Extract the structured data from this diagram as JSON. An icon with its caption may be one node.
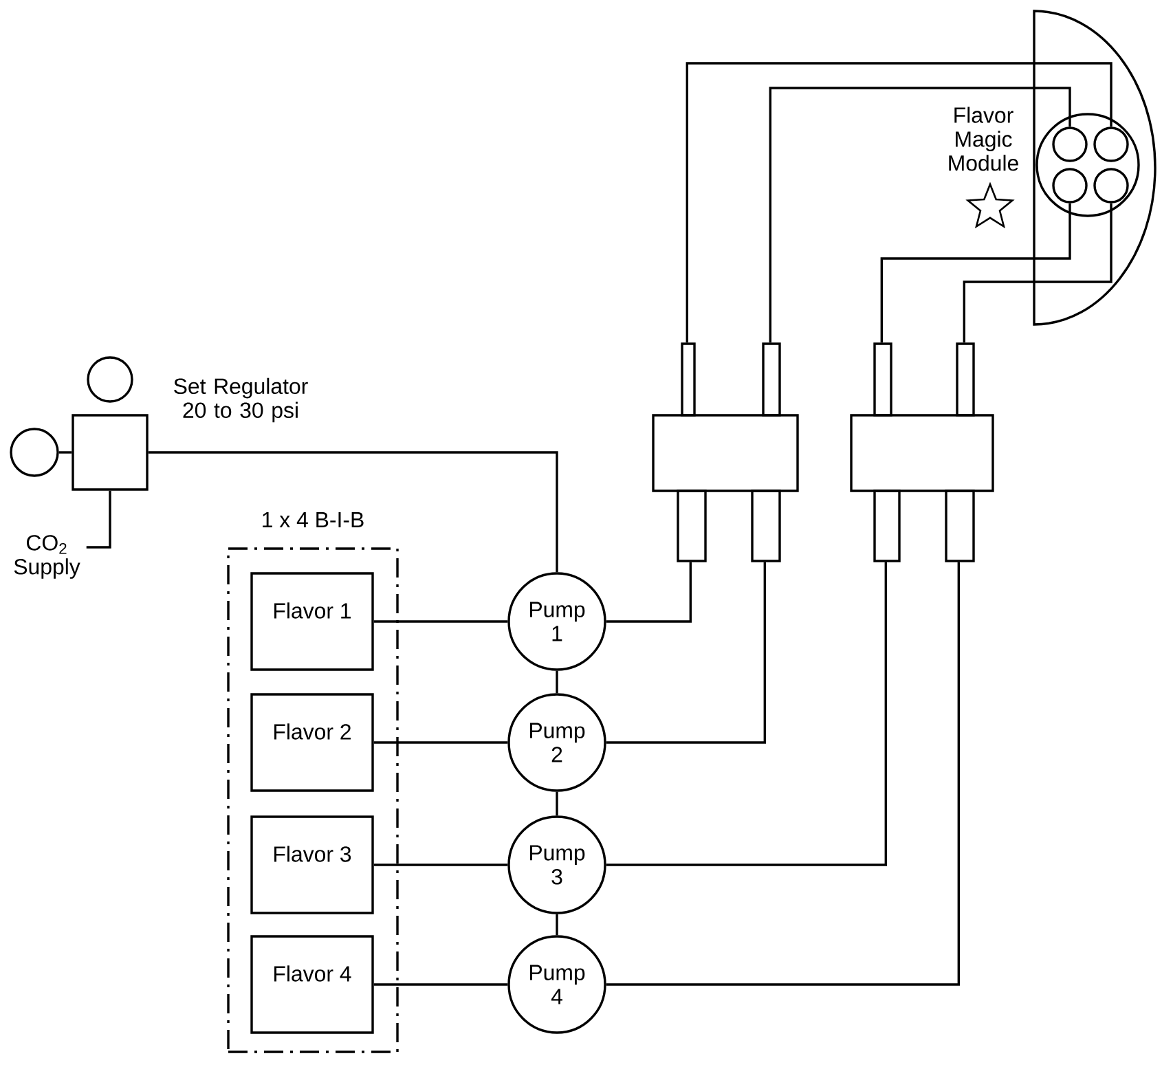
{
  "diagram": {
    "nodes": [
      {
        "text": [
          "Flavor Magic Module"
        ]
      },
      {
        "text": [],
        "shape": "circle",
        "in": 0
      },
      {
        "text": [],
        "shape": "circle",
        "in": 1
      },
      {
        "text": [],
        "shape": "circle",
        "in": 1
      },
      {
        "text": [],
        "shape": "circle",
        "in": 1
      },
      {
        "text": [],
        "shape": "circle",
        "in": 1
      },
      {
        "text": [],
        "shape": "circle"
      },
      {
        "text": [],
        "shape": "circle"
      },
      {
        "text": [],
        "shape": "box",
        "beside": [
          "Set Regulator 20 to 30 psi"
        ]
      },
      {
        "text": [
          "CO$_{2}$ Supply"
        ]
      },
      {
        "text": [],
        "shape": "box"
      },
      {
        "text": [],
        "shape": "box"
      },
      {
        "text": [
          "1 x 4 B-I-B"
        ]
      },
      {
        "text": [
          "Flavor 1"
        ],
        "in": 12
      },
      {
        "text": [
          "Flavor 2"
        ],
        "in": 12
      },
      {
        "text": [
          "Flavor 3"
        ],
        "in": 12
      },
      {
        "text": [
          "Flavor 4"
        ],
        "in": 12
      },
      {
        "text": [
          "Pump 1"
        ]
      },
      {
        "text": [
          "Pump 2"
        ]
      },
      {
        "text": [
          "Pump 3"
        ]
      },
      {
        "text": [
          "Pump 4"
        ]
      }
    ],
    "edges": [
      {
        "from": 7,
        "to": 8,
        "arrow": "none"
      },
      {
        "from": 9,
        "to": 8,
        "arrow": "none"
      },
      {
        "from": 8,
        "to": 17,
        "arrow": "none"
      },
      {
        "from": 13,
        "to": 17,
        "arrow": "none"
      },
      {
        "from": 14,
        "to": 18,
        "arrow": "none"
      },
      {
        "from": 15,
        "to": 19,
        "arrow": "none"
      },
      {
        "from": 16,
        "to": 20,
        "arrow": "none"
      },
      {
        "from": 17,
        "to": 18,
        "arrow": "none"
      },
      {
        "from": 18,
        "to": 19,
        "arrow": "none"
      },
      {
        "from": 19,
        "to": 20,
        "arrow": "none"
      },
      {
        "from": 17,
        "to": 10,
        "arrow": "none"
      },
      {
        "from": 18,
        "to": 10,
        "arrow": "none"
      },
      {
        "from": 19,
        "to": 11,
        "arrow": "none"
      },
      {
        "from": 20,
        "to": 11,
        "arrow": "none"
      },
      {
        "from": 10,
        "to": 3,
        "arrow": "none"
      },
      {
        "from": 10,
        "to": 2,
        "arrow": "none"
      },
      {
        "from": 11,
        "to": 4,
        "arrow": "none"
      },
      {
        "from": 11,
        "to": 5,
        "arrow": "none"
      }
    ]
  }
}
